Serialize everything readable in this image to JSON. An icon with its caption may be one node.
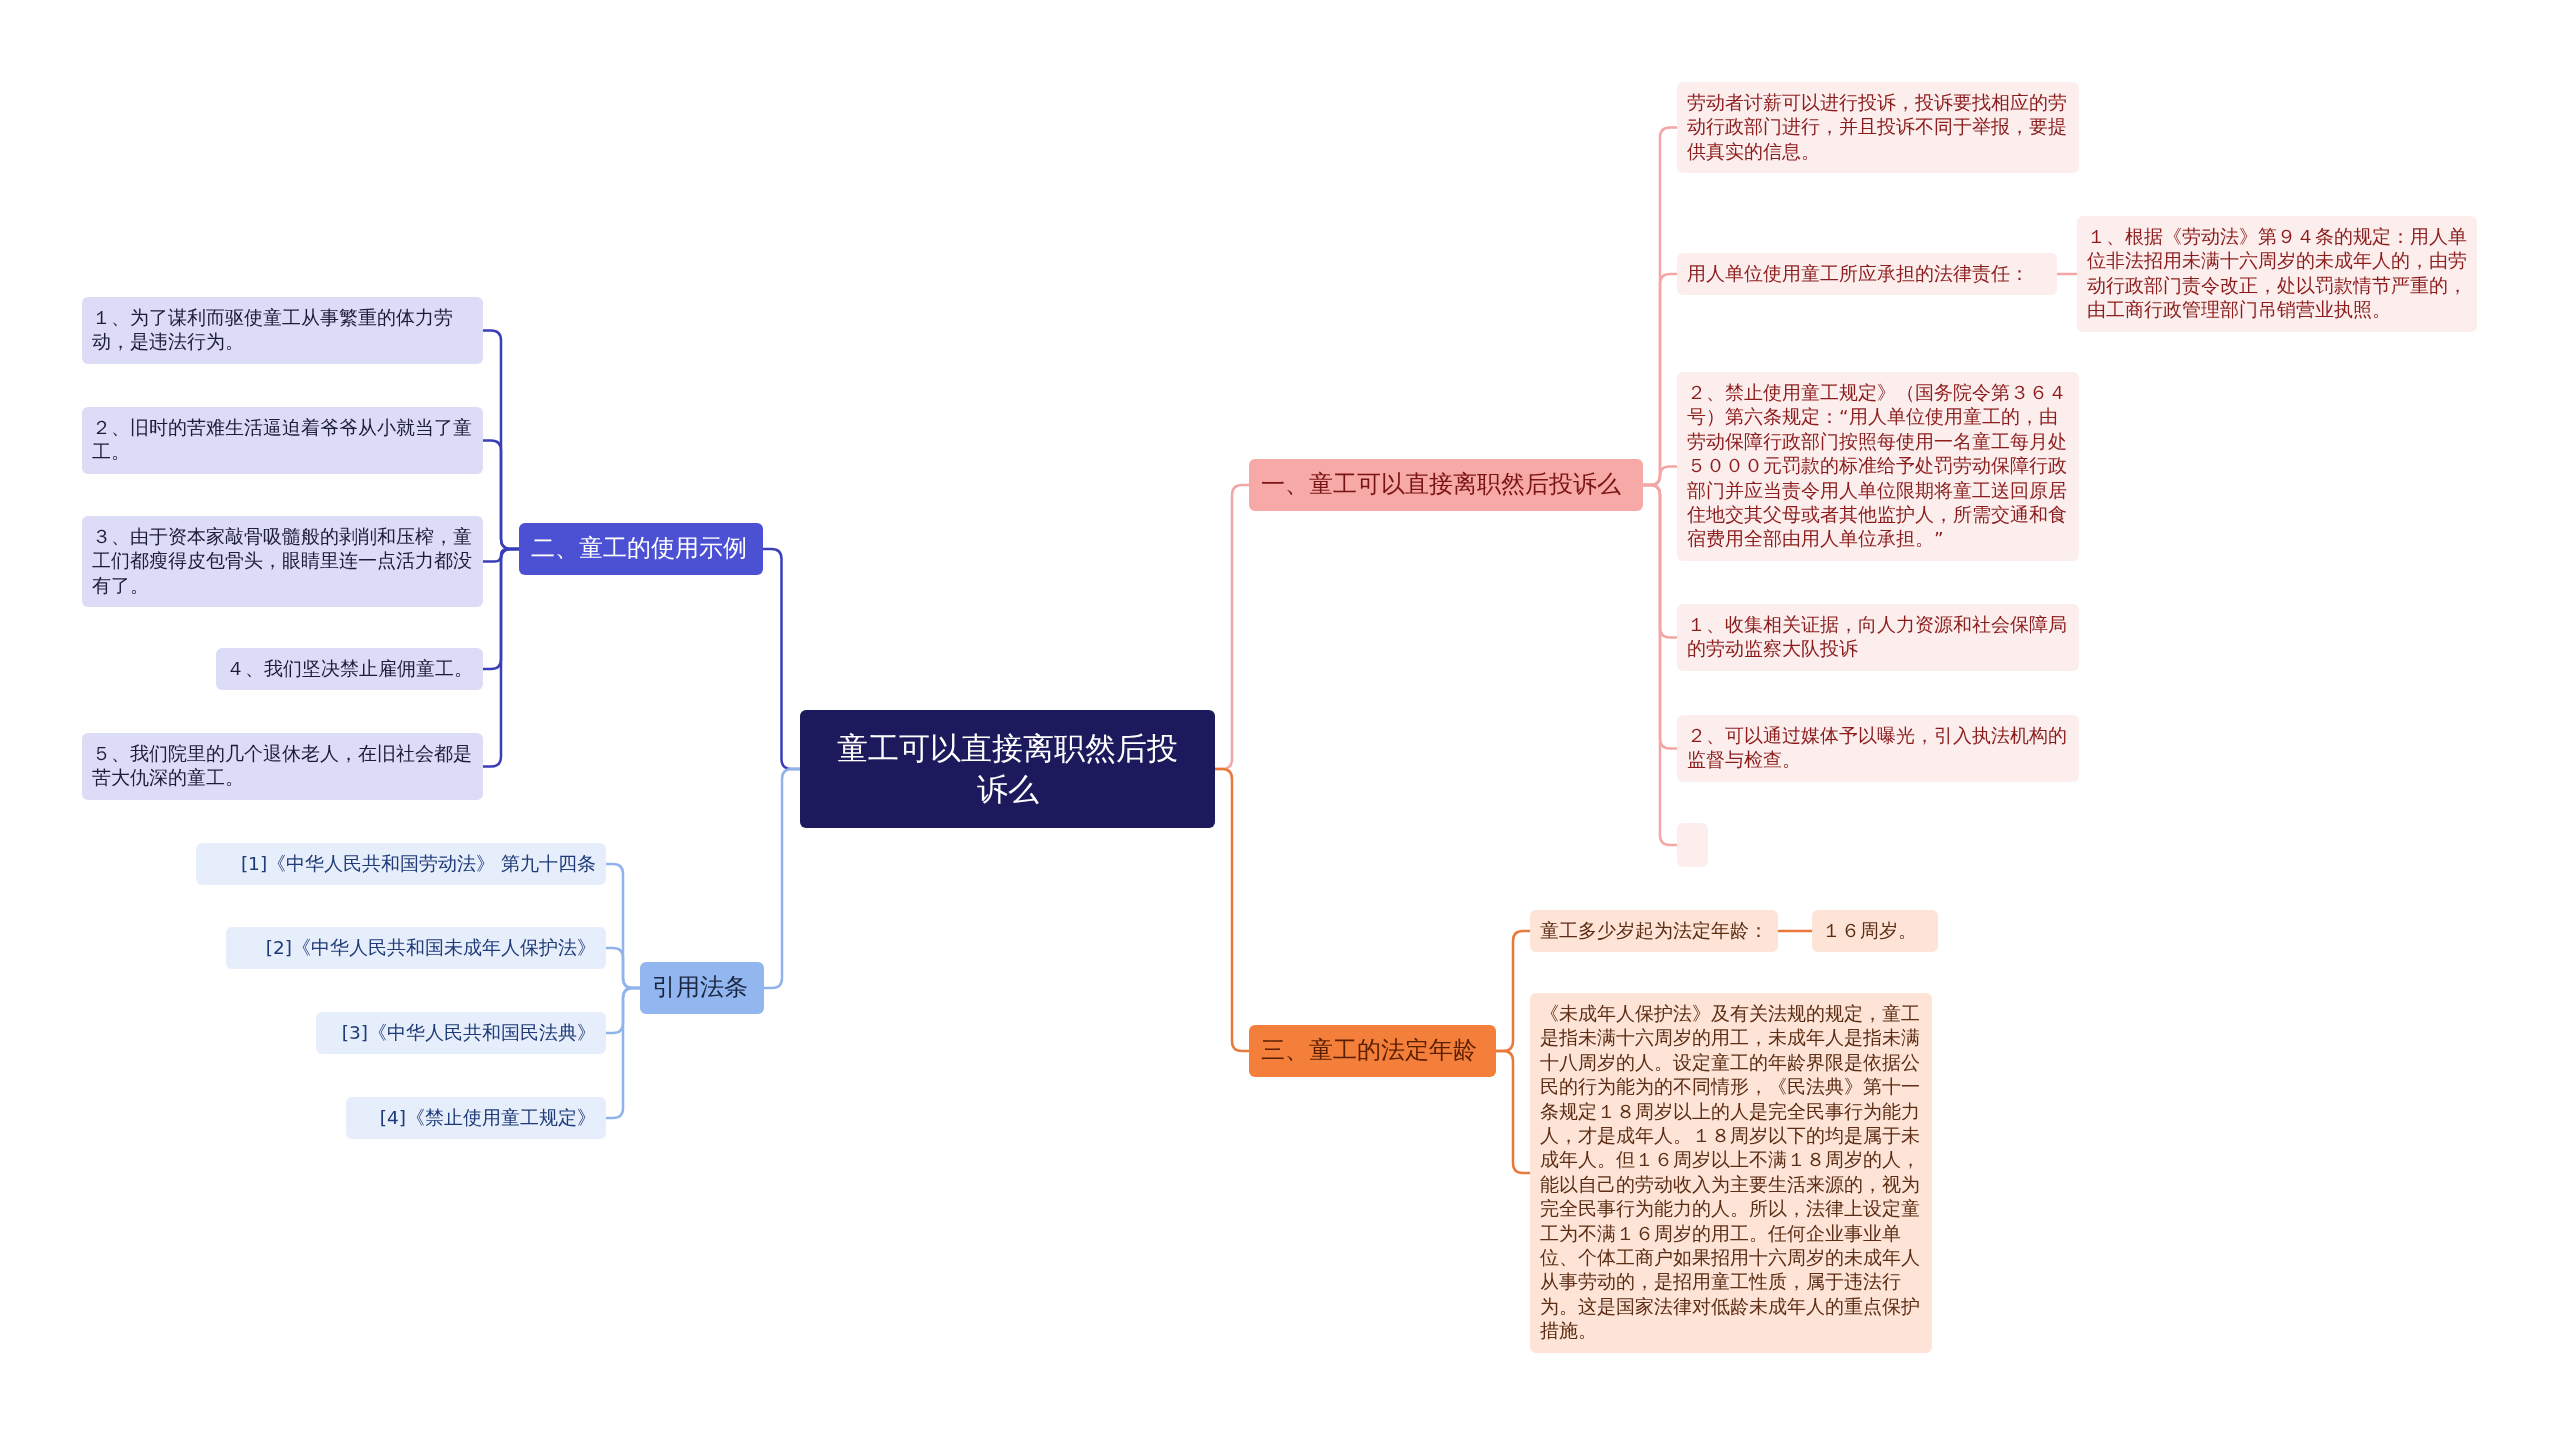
{
  "diagram": {
    "nodes": [
      {
        "text": [
          "童工可以直接离职然后投诉么"
        ]
      },
      {
        "text": [
          "一、童工可以直接离职然后投诉么"
        ]
      },
      {
        "text": [
          "劳动者讨薪可以进行投诉，投诉要找相应的劳动行政部门进行，并且投诉不同于举报，要提供真实的信息。"
        ]
      },
      {
        "text": [
          "用人单位使用童工所应承担的法律责任："
        ]
      },
      {
        "text": [
          "１、根据《劳动法》第９４条的规定：用人单位非法招用未满十六周岁的未成年人的，由劳动行政部门责令改正，处以罚款情节严重的，由工商行政管理部门吊销营业执照。"
        ]
      },
      {
        "text": [
          "２、禁止使用童工规定》（国务院令第３６４号）第六条规定：“用人单位使用童工的，由劳动保障行政部门按照每使用一名童工每月处５０００元罚款的标准给予处罚劳动保障行政部门并应当责令用人单位限期将童工送回原居住地交其父母或者其他监护人，所需交通和食宿费用全部由用人单位承担。”"
        ]
      },
      {
        "text": [
          "１、收集相关证据，向人力资源和社会保障局的劳动监察大队投诉"
        ]
      },
      {
        "text": [
          "２、可以通过媒体予以曝光，引入执法机构的监督与检查。"
        ]
      },
      {
        "text": [],
        "shape": "box"
      },
      {
        "text": [
          "三、童工的法定年龄"
        ]
      },
      {
        "text": [
          "童工多少岁起为法定年龄："
        ]
      },
      {
        "text": [
          "１６周岁。"
        ]
      },
      {
        "text": [
          "《未成年人保护法》及有关法规的规定，童工是指未满十六周岁的用工，未成年人是指未满十八周岁的人。设定童工的年龄界限是依据公民的行为能为的不同情形，《民法典》第十一条规定１８周岁以上的人是完全民事行为能力人，才是成年人。１８周岁以下的均是属于未成年人。但１６周岁以上不满１８周岁的人，能以自己的劳动收入为主要生活来源的，视为完全民事行为能力的人。所以，法律上设定童工为不满１６周岁的用工。任何企业事业单位、个体工商户如果招用十六周岁的未成年人从事劳动的，是招用童工性质，属于违法行为。这是国家法律对低龄未成年人的重点保护措施。"
        ]
      },
      {
        "text": [
          "二、童工的使用示例"
        ]
      },
      {
        "text": [
          "１、为了谋利而驱使童工从事繁重的体力劳动，是违法行为。"
        ]
      },
      {
        "text": [
          "２、旧时的苦难生活逼迫着爷爷从小就当了童工。"
        ]
      },
      {
        "text": [
          "３、由于资本家敲骨吸髓般的剥削和压榨，童工们都瘦得皮包骨头，眼睛里连一点活力都没有了。"
        ]
      },
      {
        "text": [
          "４、我们坚决禁止雇佣童工。"
        ]
      },
      {
        "text": [
          "５、我们院里的几个退休老人，在旧社会都是苦大仇深的童工。"
        ]
      },
      {
        "text": [
          "引用法条"
        ]
      },
      {
        "text": [
          "[1]《中华人民共和国劳动法》 第九十四条"
        ]
      },
      {
        "text": [
          "[2]《中华人民共和国未成年人保护法》"
        ]
      },
      {
        "text": [
          "[3]《中华人民共和国民法典》"
        ]
      },
      {
        "text": [
          "[4]《禁止使用童工规定》"
        ]
      }
    ],
    "edges": [
      {
        "from": 0,
        "to": 1,
        "arrow": "none",
        "color": "#f2a7a6"
      },
      {
        "from": 1,
        "to": 2,
        "arrow": "none",
        "color": "#f2a7a6"
      },
      {
        "from": 1,
        "to": 3,
        "arrow": "none",
        "color": "#f2a7a6"
      },
      {
        "from": 3,
        "to": 4,
        "arrow": "none",
        "color": "#f2a7a6"
      },
      {
        "from": 1,
        "to": 5,
        "arrow": "none",
        "color": "#f2a7a6"
      },
      {
        "from": 1,
        "to": 6,
        "arrow": "none",
        "color": "#f2a7a6"
      },
      {
        "from": 1,
        "to": 7,
        "arrow": "none",
        "color": "#f2a7a6"
      },
      {
        "from": 1,
        "to": 8,
        "arrow": "none",
        "color": "#f2a7a6"
      },
      {
        "from": 0,
        "to": 9,
        "arrow": "none",
        "color": "#e8793a"
      },
      {
        "from": 9,
        "to": 10,
        "arrow": "none",
        "color": "#e8793a"
      },
      {
        "from": 10,
        "to": 11,
        "arrow": "none",
        "color": "#e8793a"
      },
      {
        "from": 9,
        "to": 12,
        "arrow": "none",
        "color": "#e8793a"
      },
      {
        "from": 0,
        "to": 13,
        "arrow": "none",
        "color": "#3a3fb8"
      },
      {
        "from": 13,
        "to": 14,
        "arrow": "none",
        "color": "#3a3fb8"
      },
      {
        "from": 13,
        "to": 15,
        "arrow": "none",
        "color": "#3a3fb8"
      },
      {
        "from": 13,
        "to": 16,
        "arrow": "none",
        "color": "#3a3fb8"
      },
      {
        "from": 13,
        "to": 17,
        "arrow": "none",
        "color": "#3a3fb8"
      },
      {
        "from": 13,
        "to": 18,
        "arrow": "none",
        "color": "#3a3fb8"
      },
      {
        "from": 0,
        "to": 19,
        "arrow": "none",
        "color": "#8fb3ea"
      },
      {
        "from": 19,
        "to": 20,
        "arrow": "none",
        "color": "#8fb3ea"
      },
      {
        "from": 19,
        "to": 21,
        "arrow": "none",
        "color": "#8fb3ea"
      },
      {
        "from": 19,
        "to": 22,
        "arrow": "none",
        "color": "#8fb3ea"
      },
      {
        "from": 19,
        "to": 23,
        "arrow": "none",
        "color": "#8fb3ea"
      }
    ]
  }
}
